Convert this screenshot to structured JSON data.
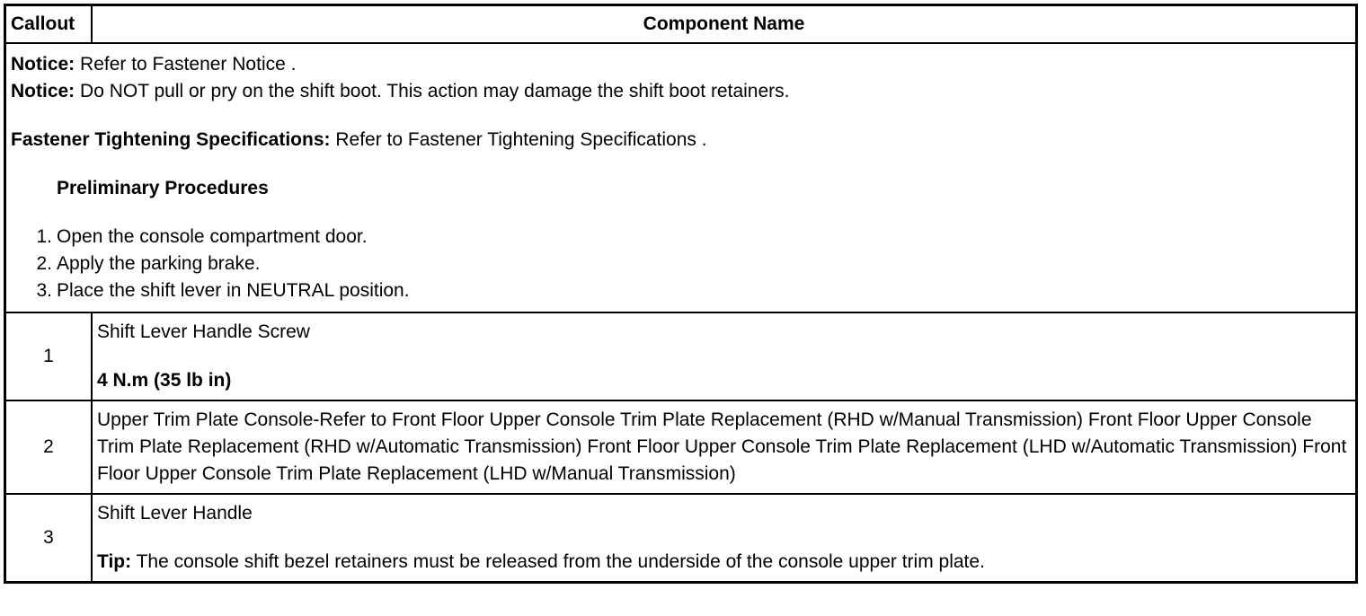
{
  "header": {
    "callout": "Callout",
    "component_name": "Component Name"
  },
  "intro": {
    "notice1_label": "Notice:",
    "notice1_text": " Refer to Fastener Notice .",
    "notice2_label": "Notice:",
    "notice2_text": " Do NOT pull or pry on the shift boot. This action may damage the shift boot retainers.",
    "spec_label": "Fastener Tightening Specifications:",
    "spec_text": " Refer to Fastener Tightening Specifications .",
    "preliminary_heading": "Preliminary Procedures",
    "steps": [
      {
        "num": "1.",
        "text": "Open the console compartment door."
      },
      {
        "num": "2.",
        "text": "Apply the parking brake."
      },
      {
        "num": "3.",
        "text": "Place the shift lever in NEUTRAL position."
      }
    ]
  },
  "rows": [
    {
      "callout": "1",
      "name": "Shift Lever Handle Screw",
      "torque": "4 N.m (35 lb in)"
    },
    {
      "callout": "2",
      "name": "Upper Trim Plate Console-Refer to Front Floor Upper Console Trim Plate Replacement (RHD w/Manual Transmission) Front Floor Upper Console Trim Plate Replacement (RHD w/Automatic Transmission) Front Floor Upper Console Trim Plate Replacement (LHD w/Automatic Transmission) Front Floor Upper Console Trim Plate Replacement (LHD w/Manual Transmission)"
    },
    {
      "callout": "3",
      "name": "Shift Lever Handle",
      "tip_label": "Tip:",
      "tip_text": " The console shift bezel retainers must be released from the underside of the console upper trim plate."
    }
  ]
}
